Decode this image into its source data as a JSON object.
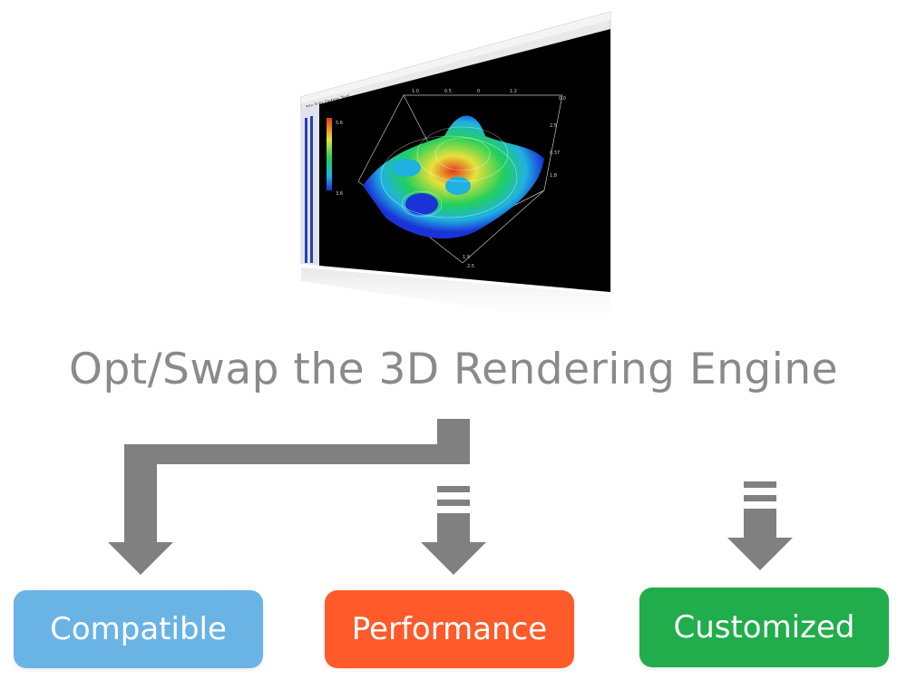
{
  "headline": "Opt/Swap the 3D Rendering Engine",
  "app_screenshot": {
    "menu": [
      "File",
      "Edit",
      "Option",
      "Tool"
    ],
    "surface_colors": [
      "#1a33d6",
      "#1fb2e0",
      "#22d05a",
      "#e6e23a",
      "#e23a1c"
    ]
  },
  "branches": [
    {
      "label": "Compatible",
      "color": "#6ab3e5"
    },
    {
      "label": "Performance",
      "color": "#ff5a2a"
    },
    {
      "label": "Customized",
      "color": "#21ad4b"
    }
  ],
  "arrow_color": "#808080"
}
